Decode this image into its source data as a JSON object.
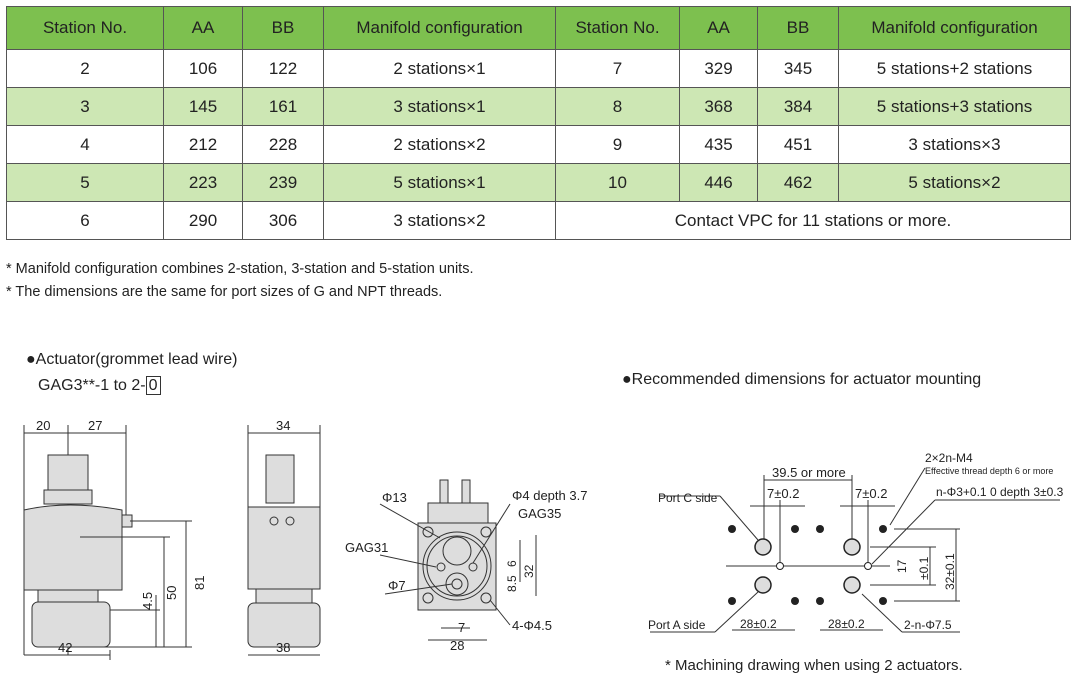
{
  "table": {
    "headers": [
      "Station No.",
      "AA",
      "BB",
      "Manifold configuration",
      "Station No.",
      "AA",
      "BB",
      "Manifold configuration"
    ],
    "rows": [
      [
        "2",
        "106",
        "122",
        "2 stations×1",
        "7",
        "329",
        "345",
        "5 stations+2 stations"
      ],
      [
        "3",
        "145",
        "161",
        "3 stations×1",
        "8",
        "368",
        "384",
        "5 stations+3 stations"
      ],
      [
        "4",
        "212",
        "228",
        "2 stations×2",
        "9",
        "435",
        "451",
        "3 stations×3"
      ],
      [
        "5",
        "223",
        "239",
        "5 stations×1",
        "10",
        "446",
        "462",
        "5 stations×2"
      ],
      [
        "6",
        "290",
        "306",
        "3 stations×2",
        "Contact VPC for 11 stations or more."
      ]
    ]
  },
  "notes": [
    "* Manifold configuration combines 2-station, 3-station and 5-station units.",
    "* The dimensions are the same for port sizes of G and NPT threads."
  ],
  "actuator": {
    "title": "●Actuator(grommet lead wire)",
    "model_prefix": "GAG3**-1 to 2-",
    "model_box": "0",
    "front": {
      "d20": "20",
      "d27": "27",
      "d81": "81",
      "d50": "50",
      "d4_5": "4.5",
      "d42": "42"
    },
    "side": {
      "d34": "34",
      "d38": "38"
    },
    "bottom": {
      "phi13": "Φ13",
      "phi4": "Φ4 depth 3.7",
      "gag35": "GAG35",
      "gag31": "GAG31",
      "phi7": "Φ7",
      "d6": "6",
      "d8_5": "8.5",
      "d32": "32",
      "d7": "7",
      "d28": "28",
      "holes": "4-Φ4.5"
    }
  },
  "mounting": {
    "title": "●Recommended dimensions for actuator mounting",
    "m4": "2×2n-M4",
    "m4_note": "Effective thread depth 6 or more",
    "d39": "39.5 or more",
    "d7a": "7±0.2",
    "d7b": "7±0.2",
    "pin": "n-Φ3+0.1 0 depth 3±0.3",
    "port_c": "Port C side",
    "port_a": "Port A side",
    "d17": "17",
    "d17tol": "±0.1",
    "d32": "32±0.1",
    "d28a": "28±0.2",
    "d28b": "28±0.2",
    "phi75": "2-n-Φ7.5",
    "footnote": "* Machining drawing when using 2 actuators."
  }
}
